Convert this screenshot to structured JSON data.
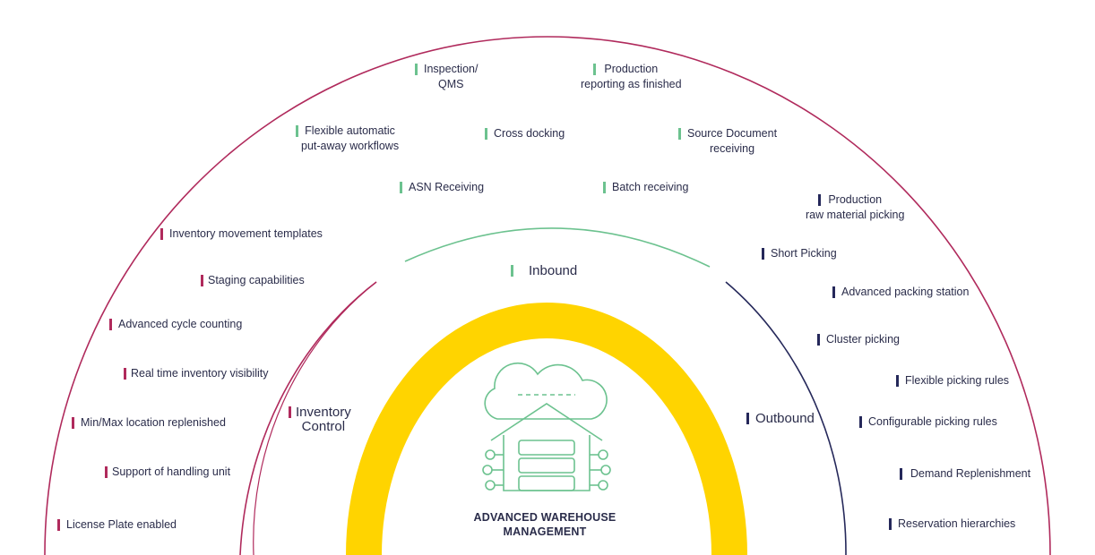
{
  "colors": {
    "inbound": "#6cc28f",
    "inventory": "#b02a5c",
    "outbound": "#25285a",
    "core_ring": "#ffd400",
    "icon": "#6cc28f",
    "text": "#2a2c4a"
  },
  "core": {
    "icon": "cloud-warehouse-icon",
    "title_line1": "ADVANCED WAREHOUSE",
    "title_line2": "MANAGEMENT"
  },
  "sections": {
    "inbound": "Inbound",
    "inventory_line1": "Inventory",
    "inventory_line2": "Control",
    "outbound": "Outbound"
  },
  "inbound_features": [
    [
      "Inspection/",
      "QMS"
    ],
    [
      "Production",
      "reporting as finished"
    ],
    [
      "Flexible automatic",
      "put-away workflows"
    ],
    [
      "Cross docking"
    ],
    [
      "Source Document",
      "receiving"
    ],
    [
      "ASN Receiving"
    ],
    [
      "Batch receiving"
    ]
  ],
  "inventory_features": [
    "Inventory movement templates",
    "Staging  capabilities",
    "Advanced cycle counting",
    "Real time inventory visibility",
    "Min/Max location replenished",
    "Support of handling unit",
    "License Plate  enabled"
  ],
  "outbound_features": [
    [
      "Production",
      "raw  material picking"
    ],
    [
      "Short  Picking"
    ],
    [
      "Advanced  packing station"
    ],
    [
      "Cluster  picking"
    ],
    [
      "Flexible picking rules"
    ],
    [
      "Configurable  picking rules"
    ],
    [
      "Demand Replenishment"
    ],
    [
      "Reservation hierarchies"
    ]
  ]
}
